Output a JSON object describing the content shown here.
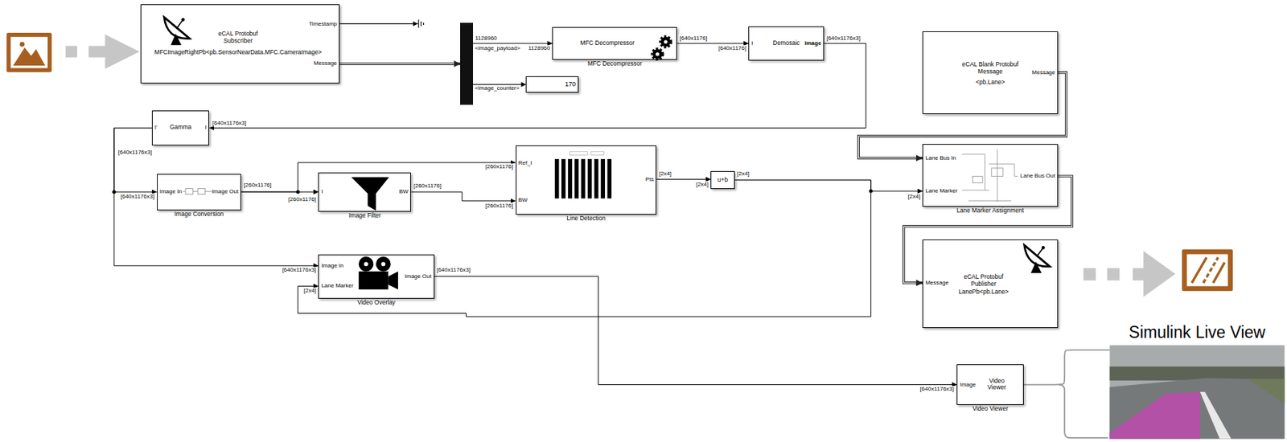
{
  "diagram": {
    "nodes": [
      {
        "text": [
          "eCAL Protobuf Subscriber",
          "MFCImageRightPb<pb.SensorNearData.MFC.CameraImage>",
          "Timestamp",
          "Message"
        ]
      },
      {
        "text": [
          "<image_payload>",
          "<image_counter>"
        ]
      },
      {
        "text": [
          "MFC Decompressor",
          "MFC Decompressor"
        ]
      },
      {
        "text": [
          "170"
        ]
      },
      {
        "text": [
          "I",
          "Demosaic",
          "Image"
        ]
      },
      {
        "text": [
          "I'",
          "Gamma",
          "I"
        ]
      },
      {
        "text": [
          "Image In",
          "Image Out",
          "Image Conversion"
        ]
      },
      {
        "text": [
          "I",
          "BW",
          "Image Filter"
        ]
      },
      {
        "text": [
          "Ref_I",
          "BW",
          "Pts",
          "Line Detection"
        ]
      },
      {
        "text": [
          "u+b"
        ]
      },
      {
        "text": [
          "Image In",
          "Lane Marker",
          "Image Out",
          "Video Overlay"
        ]
      },
      {
        "text": [
          "eCAL Blank Protobuf Message",
          "<pb.Lane>",
          "Message"
        ]
      },
      {
        "text": [
          "Lane Bus In",
          "Lane Marker",
          "Lane Bus Out",
          "Lane Marker Assignment"
        ]
      },
      {
        "text": [
          "eCAL Protobuf Publisher",
          "LanePb<pb.Lane>",
          "Message"
        ]
      },
      {
        "text": [
          "Image",
          "Video Viewer",
          "Video Viewer"
        ]
      },
      {
        "text": [
          "Simulink Live View"
        ]
      }
    ],
    "edges": [
      {
        "from": 0,
        "to": 1,
        "arrow": "to"
      },
      {
        "from": 1,
        "to": 2,
        "arrow": "to"
      },
      {
        "from": 1,
        "to": 3,
        "arrow": "to"
      },
      {
        "from": 2,
        "to": 4,
        "arrow": "to"
      },
      {
        "from": 4,
        "to": 5,
        "arrow": "to"
      },
      {
        "from": 5,
        "to": 6,
        "arrow": "to"
      },
      {
        "from": 5,
        "to": 10,
        "arrow": "to"
      },
      {
        "from": 6,
        "to": 7,
        "arrow": "to"
      },
      {
        "from": 6,
        "to": 8,
        "arrow": "to"
      },
      {
        "from": 7,
        "to": 8,
        "arrow": "to"
      },
      {
        "from": 8,
        "to": 9,
        "arrow": "to"
      },
      {
        "from": 9,
        "to": 12,
        "arrow": "to"
      },
      {
        "from": 9,
        "to": 10,
        "arrow": "to"
      },
      {
        "from": 10,
        "to": 14,
        "arrow": "to"
      },
      {
        "from": 11,
        "to": 12,
        "arrow": "to"
      },
      {
        "from": 12,
        "to": 13,
        "arrow": "to"
      },
      {
        "from": 14,
        "to": 15,
        "arrow": "none"
      }
    ],
    "labels": [
      "1128960",
      "1128960",
      "[640x1176]",
      "[640x1176]",
      "[640x1176x3]",
      "[640x1176x3]",
      "[640x1176x3]",
      "[640x1176x3]",
      "[260x1176]",
      "[260x1176]",
      "[260x1176]",
      "[260x1176]",
      "[260x1176]",
      "[2x4]",
      "[2x4]",
      "[2x4]",
      "[2x4]",
      "[640x1176x3]",
      "[2x4]",
      "[640x1176x3]",
      "[640x1176x3]"
    ]
  }
}
